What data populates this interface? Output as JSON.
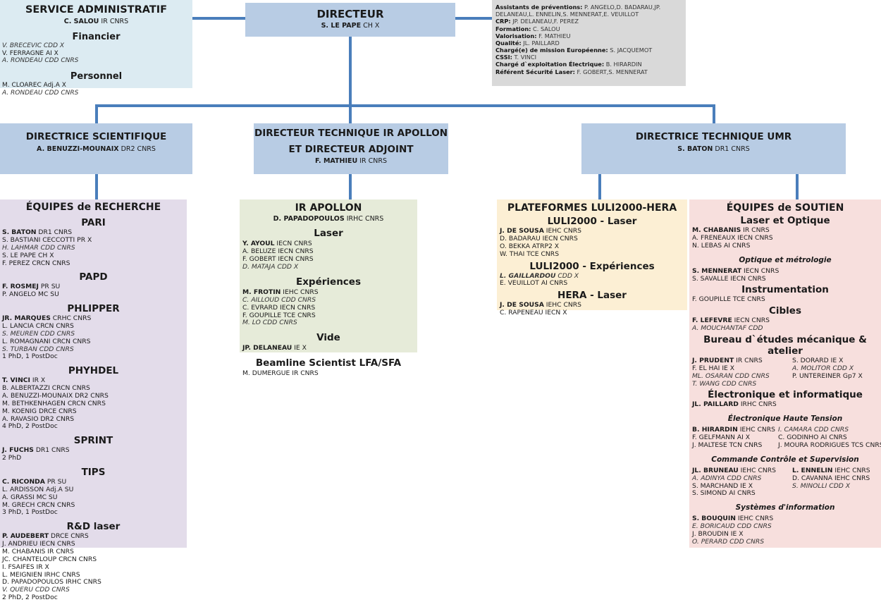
{
  "admin": {
    "title": "SERVICE ADMINISTRATIF",
    "head_bold": "C. SALOU",
    "head_rest": " IR CNRS",
    "section1": "Financier",
    "financier": [
      {
        "bold": "",
        "rest": "V. BRECEVIC CDD X",
        "italic": true
      },
      {
        "bold": "",
        "rest": "V. FERRAGNE AI X",
        "italic": false
      },
      {
        "bold": "",
        "rest": "A. RONDEAU CDD CNRS",
        "italic": true
      }
    ],
    "section2": "Personnel",
    "personnel": [
      {
        "bold": "",
        "rest": "M. CLOAREC Adj.A X",
        "italic": false
      },
      {
        "bold": "",
        "rest": "A. RONDEAU CDD CNRS",
        "italic": true
      }
    ]
  },
  "director": {
    "title": "DIRECTEUR",
    "name_bold": "S. LE PAPE",
    "name_rest": " CH X"
  },
  "roles": [
    {
      "label": "Assistants de préventions:",
      "value": " P. ANGELO,D. BADARAU,JP. DELANEAU,L. ENNELIN,S. MENNERAT,E. VEUILLOT"
    },
    {
      "label": "CRP:",
      "value": " JP. DELANEAU,F. PEREZ"
    },
    {
      "label": "Formation:",
      "value": " C. SALOU"
    },
    {
      "label": "Valorisation:",
      "value": " F. MATHIEU"
    },
    {
      "label": "Qualité:",
      "value": " JL. PAILLARD"
    },
    {
      "label": "Chargé(e) de mission Européenne:",
      "value": " S. JACQUEMOT"
    },
    {
      "label": "CSSI:",
      "value": " T. VINCI"
    },
    {
      "label": "Chargé d`exploitation Électrique:",
      "value": " B. HIRARDIN"
    },
    {
      "label": "Référent Sécurité Laser:",
      "value": " F. GOBERT,S. MENNERAT"
    }
  ],
  "dir_sci": {
    "title": "DIRECTRICE SCIENTIFIQUE",
    "name_bold": "A. BENUZZI-MOUNAIX",
    "name_rest": " DR2 CNRS"
  },
  "dir_tech_apollon": {
    "title_l1": "DIRECTEUR TECHNIQUE IR APOLLON",
    "title_l2": "ET DIRECTEUR ADJOINT",
    "name_bold": "F. MATHIEU",
    "name_rest": " IR CNRS"
  },
  "dir_tech_umr": {
    "title": "DIRECTRICE TECHNIQUE UMR",
    "name_bold": "S. BATON",
    "name_rest": " DR1 CNRS"
  },
  "research": {
    "title": "ÉQUIPES de RECHERCHE",
    "groups": [
      {
        "name": "PARI",
        "members": [
          {
            "bold": "S. BATON",
            "rest": " DR1 CNRS",
            "italic": false
          },
          {
            "bold": "",
            "rest": "S. BASTIANI CECCOTTI PR X",
            "italic": false
          },
          {
            "bold": "",
            "rest": "H. LAHMAR CDD CNRS",
            "italic": true
          },
          {
            "bold": "",
            "rest": "S. LE PAPE CH X",
            "italic": false
          },
          {
            "bold": "",
            "rest": "F. PEREZ CRCN CNRS",
            "italic": false
          }
        ]
      },
      {
        "name": "PAPD",
        "members": [
          {
            "bold": "F. ROSMEJ",
            "rest": " PR SU",
            "italic": false
          },
          {
            "bold": "",
            "rest": "P. ANGELO MC SU",
            "italic": false
          }
        ]
      },
      {
        "name": "PHLIPPER",
        "members": [
          {
            "bold": "JR. MARQUES",
            "rest": " CRHC CNRS",
            "italic": false
          },
          {
            "bold": "",
            "rest": "L. LANCIA CRCN CNRS",
            "italic": false
          },
          {
            "bold": "",
            "rest": "S. MEUREN CDD CNRS",
            "italic": true
          },
          {
            "bold": "",
            "rest": "L. ROMAGNANI CRCN CNRS",
            "italic": false
          },
          {
            "bold": "",
            "rest": "S. TURBAN CDD CNRS",
            "italic": true
          },
          {
            "bold": "",
            "rest": "1 PhD, 1 PostDoc",
            "italic": false
          }
        ]
      },
      {
        "name": "PHYHDEL",
        "members": [
          {
            "bold": "T. VINCI",
            "rest": " IR X",
            "italic": false
          },
          {
            "bold": "",
            "rest": "B. ALBERTAZZI CRCN CNRS",
            "italic": false
          },
          {
            "bold": "",
            "rest": "A. BENUZZI-MOUNAIX DR2 CNRS",
            "italic": false
          },
          {
            "bold": "",
            "rest": "M. BETHKENHAGEN CRCN CNRS",
            "italic": false
          },
          {
            "bold": "",
            "rest": "M. KOENIG DRCE CNRS",
            "italic": false
          },
          {
            "bold": "",
            "rest": "A. RAVASIO DR2 CNRS",
            "italic": false
          },
          {
            "bold": "",
            "rest": "4 PhD, 2 PostDoc",
            "italic": false
          }
        ]
      },
      {
        "name": "SPRINT",
        "members": [
          {
            "bold": "J. FUCHS",
            "rest": " DR1 CNRS",
            "italic": false
          },
          {
            "bold": "",
            "rest": "2 PhD",
            "italic": false
          }
        ]
      },
      {
        "name": "TIPS",
        "members": [
          {
            "bold": "C. RICONDA",
            "rest": " PR SU",
            "italic": false
          },
          {
            "bold": "",
            "rest": "L. ARDISSON Adj.A SU",
            "italic": false
          },
          {
            "bold": "",
            "rest": "A. GRASSI MC SU",
            "italic": false
          },
          {
            "bold": "",
            "rest": "M. GRECH CRCN CNRS",
            "italic": false
          },
          {
            "bold": "",
            "rest": "3 PhD, 1 PostDoc",
            "italic": false
          }
        ]
      },
      {
        "name": "R&D laser",
        "members": [
          {
            "bold": "P. AUDEBERT",
            "rest": " DRCE CNRS",
            "italic": false
          },
          {
            "bold": "",
            "rest": "J. ANDRIEU IECN CNRS",
            "italic": false
          },
          {
            "bold": "",
            "rest": "M. CHABANIS IR CNRS",
            "italic": false
          },
          {
            "bold": "",
            "rest": "JC. CHANTELOUP CRCN CNRS",
            "italic": false
          },
          {
            "bold": "",
            "rest": "I. FSAIFES IR X",
            "italic": false
          },
          {
            "bold": "",
            "rest": "L. MEIGNIEN IRHC CNRS",
            "italic": false
          },
          {
            "bold": "",
            "rest": "D. PAPADOPOULOS IRHC CNRS",
            "italic": false
          },
          {
            "bold": "",
            "rest": "V. QUERU CDD CNRS",
            "italic": true
          },
          {
            "bold": "",
            "rest": "2 PhD, 2 PostDoc",
            "italic": false
          }
        ]
      }
    ]
  },
  "apollon": {
    "title": "IR APOLLON",
    "head_bold": "D. PAPADOPOULOS",
    "head_rest": " IRHC CNRS",
    "groups": [
      {
        "name": "Laser",
        "members": [
          {
            "bold": "Y. AYOUL",
            "rest": " IECN CNRS",
            "italic": false
          },
          {
            "bold": "",
            "rest": "A. BELUZE IECN CNRS",
            "italic": false
          },
          {
            "bold": "",
            "rest": "F. GOBERT IECN CNRS",
            "italic": false
          },
          {
            "bold": "",
            "rest": "D. MATAJA CDD X",
            "italic": true
          }
        ]
      },
      {
        "name": "Expériences",
        "members": [
          {
            "bold": "M. FROTIN",
            "rest": " IEHC CNRS",
            "italic": false
          },
          {
            "bold": "",
            "rest": "C. AILLOUD CDD CNRS",
            "italic": true
          },
          {
            "bold": "",
            "rest": "C. EVRARD IECN CNRS",
            "italic": false
          },
          {
            "bold": "",
            "rest": "F. GOUPILLE TCE CNRS",
            "italic": false
          },
          {
            "bold": "",
            "rest": "M. LO CDD CNRS",
            "italic": true
          }
        ]
      },
      {
        "name": "Vide",
        "members": [
          {
            "bold": "JP. DELANEAU",
            "rest": " IE X",
            "italic": false
          }
        ]
      },
      {
        "name": "Beamline Scientist LFA/SFA",
        "members": [
          {
            "bold": "",
            "rest": "M. DUMERGUE IR CNRS",
            "italic": false
          }
        ]
      }
    ]
  },
  "luli": {
    "title": "PLATEFORMES LULI2000-HERA",
    "groups": [
      {
        "name": "LULI2000 - Laser",
        "members": [
          {
            "bold": "J. DE SOUSA",
            "rest": " IEHC CNRS",
            "italic": false
          },
          {
            "bold": "",
            "rest": "D. BADARAU IECN CNRS",
            "italic": false
          },
          {
            "bold": "",
            "rest": "O. BEKKA ATRP2 X",
            "italic": false
          },
          {
            "bold": "",
            "rest": "W. THAI TCE CNRS",
            "italic": false
          }
        ]
      },
      {
        "name": "LULI2000 - Expériences",
        "members": [
          {
            "bold": "L. GAILLARDOU",
            "rest": " CDD X",
            "italic": true
          },
          {
            "bold": "",
            "rest": "E. VEUILLOT AI CNRS",
            "italic": false
          }
        ]
      },
      {
        "name": "HERA - Laser",
        "members": [
          {
            "bold": "J. DE SOUSA",
            "rest": " IEHC CNRS",
            "italic": false
          },
          {
            "bold": "",
            "rest": "C. RAPENEAU IECN X",
            "italic": false
          }
        ]
      }
    ]
  },
  "support": {
    "title": "ÉQUIPES de SOUTIEN",
    "laser_optique_hd": "Laser et Optique",
    "laser_optique": [
      {
        "bold": "M. CHABANIS",
        "rest": " IR CNRS",
        "italic": false
      },
      {
        "bold": "",
        "rest": "A. FRENEAUX IECN CNRS",
        "italic": false
      },
      {
        "bold": "",
        "rest": "N. LEBAS AI CNRS",
        "italic": false
      }
    ],
    "optique_metro_hd": "Optique et métrologie",
    "optique_metro": [
      {
        "bold": "S. MENNERAT",
        "rest": " IECN CNRS",
        "italic": false
      },
      {
        "bold": "",
        "rest": "S. SAVALLE IECN CNRS",
        "italic": false
      }
    ],
    "instrumentation_hd": "Instrumentation",
    "instrumentation": [
      {
        "bold": "",
        "rest": "F. GOUPILLE TCE CNRS",
        "italic": false
      }
    ],
    "cibles_hd": "Cibles",
    "cibles": [
      {
        "bold": "F. LEFEVRE",
        "rest": " IECN CNRS",
        "italic": false
      },
      {
        "bold": "",
        "rest": "A. MOUCHANTAF CDD",
        "italic": true
      }
    ],
    "bureau_hd": "Bureau d`études mécanique & atelier",
    "bureau_col1": [
      {
        "bold": "J. PRUDENT",
        "rest": " IR CNRS",
        "italic": false
      },
      {
        "bold": "",
        "rest": "F. EL HAI IE X",
        "italic": false
      },
      {
        "bold": "",
        "rest": "ML. OSARAN CDD CNRS",
        "italic": true
      },
      {
        "bold": "",
        "rest": "T. WANG CDD CNRS",
        "italic": true
      }
    ],
    "bureau_col2": [
      {
        "bold": "",
        "rest": "S. DORARD IE X",
        "italic": false
      },
      {
        "bold": "",
        "rest": "A. MOLITOR CDD X",
        "italic": true
      },
      {
        "bold": "",
        "rest": "P. UNTEREINER Gp7 X",
        "italic": false
      }
    ],
    "electro_hd": "Électronique et informatique",
    "electro": [
      {
        "bold": "JL. PAILLARD",
        "rest": " IRHC CNRS",
        "italic": false
      }
    ],
    "eht_hd": "Électronique Haute Tension",
    "eht_col1": [
      {
        "bold": "B. HIRARDIN",
        "rest": " IEHC CNRS",
        "italic": false
      },
      {
        "bold": "",
        "rest": "F. GELFMANN AI X",
        "italic": false
      },
      {
        "bold": "",
        "rest": "J. MALTESE TCN CNRS",
        "italic": false
      }
    ],
    "eht_col2": [
      {
        "bold": "",
        "rest": "I. CAMARA CDD CNRS",
        "italic": true
      },
      {
        "bold": "",
        "rest": "C. GODINHO AI CNRS",
        "italic": false
      },
      {
        "bold": "",
        "rest": "J. MOURA RODRIGUES TCS CNRS",
        "italic": false
      }
    ],
    "ccs_hd": "Commande Contrôle et Supervision",
    "ccs_col1": [
      {
        "bold": "JL. BRUNEAU",
        "rest": " IEHC CNRS",
        "italic": false
      },
      {
        "bold": "",
        "rest": "A. ADINYA CDD CNRS",
        "italic": true
      },
      {
        "bold": "",
        "rest": "S. MARCHAND IE X",
        "italic": false
      },
      {
        "bold": "",
        "rest": "S. SIMOND AI CNRS",
        "italic": false
      }
    ],
    "ccs_col2": [
      {
        "bold": "L. ENNELIN",
        "rest": " IEHC CNRS",
        "italic": false
      },
      {
        "bold": "",
        "rest": "D. CAVANNA IEHC CNRS",
        "italic": false
      },
      {
        "bold": "",
        "rest": "S. MINOLLI CDD X",
        "italic": true
      }
    ],
    "si_hd": "Systèmes d'information",
    "si": [
      {
        "bold": "S. BOUQUIN",
        "rest": " IEHC CNRS",
        "italic": false
      },
      {
        "bold": "",
        "rest": "E. BORICAUD CDD CNRS",
        "italic": true
      },
      {
        "bold": "",
        "rest": "J. BROUDIN IE X",
        "italic": false
      },
      {
        "bold": "",
        "rest": "O. PERARD CDD CNRS",
        "italic": true
      }
    ]
  },
  "colors": {
    "admin_bg": "#dcebf2",
    "director_bg": "#b8cce4",
    "roles_bg": "#d9d9d9",
    "research_bg": "#e3dcea",
    "apollon_bg": "#e6ebd9",
    "luli_bg": "#fcefd4",
    "support_bg": "#f7dfdd",
    "connector": "#4a7ebb"
  }
}
